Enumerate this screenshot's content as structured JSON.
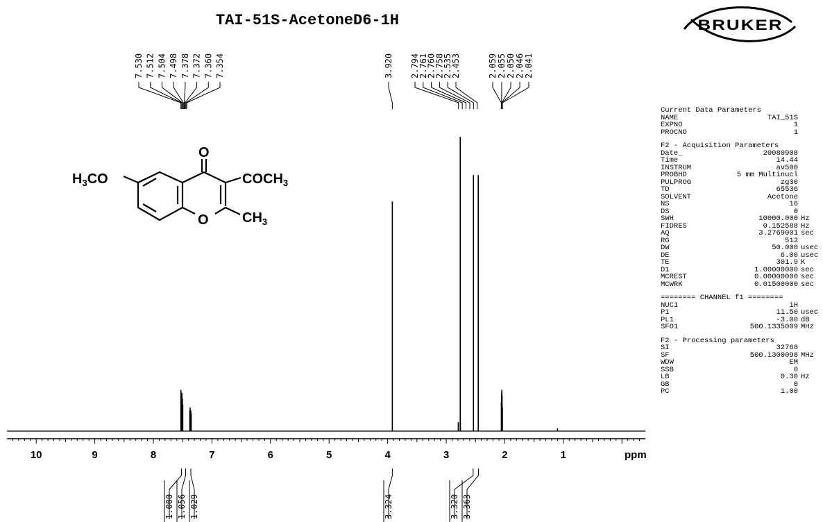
{
  "chart_data": {
    "type": "line",
    "title": "TAI-51S-AcetoneD6-1H",
    "xlabel": "ppm",
    "xlim": [
      10.5,
      -0.4
    ],
    "x_reversed": true,
    "x_ticks": [
      10,
      9,
      8,
      7,
      6,
      5,
      4,
      3,
      2,
      1
    ],
    "series": [
      {
        "peaks": [
          {
            "ppm": 7.53,
            "height": 0.14
          },
          {
            "ppm": 7.512,
            "height": 0.13
          },
          {
            "ppm": 7.504,
            "height": 0.11
          },
          {
            "ppm": 7.498,
            "height": 0.09
          },
          {
            "ppm": 7.378,
            "height": 0.07
          },
          {
            "ppm": 7.372,
            "height": 0.08
          },
          {
            "ppm": 7.36,
            "height": 0.07
          },
          {
            "ppm": 7.354,
            "height": 0.06
          },
          {
            "ppm": 3.92,
            "height": 0.78
          },
          {
            "ppm": 2.794,
            "height": 0.03
          },
          {
            "ppm": 2.761,
            "height": 1.0
          },
          {
            "ppm": 2.758,
            "height": 0.03
          },
          {
            "ppm": 2.535,
            "height": 0.87
          },
          {
            "ppm": 2.453,
            "height": 0.87
          },
          {
            "ppm": 2.059,
            "height": 0.1
          },
          {
            "ppm": 2.055,
            "height": 0.13
          },
          {
            "ppm": 2.05,
            "height": 0.14
          },
          {
            "ppm": 2.046,
            "height": 0.12
          },
          {
            "ppm": 2.041,
            "height": 0.08
          },
          {
            "ppm": 1.1,
            "height": 0.01
          }
        ]
      }
    ],
    "peak_labels": [
      {
        "group": "aromatic",
        "values": [
          "7.530",
          "7.512",
          "7.504",
          "7.498",
          "7.378",
          "7.372",
          "7.360",
          "7.354"
        ],
        "target_ppm": [
          7.53,
          7.43
        ]
      },
      {
        "group": "methoxy",
        "values": [
          "3.920"
        ],
        "target_ppm": [
          3.92,
          3.92
        ]
      },
      {
        "group": "methyl",
        "values": [
          "2.794",
          "2.761",
          "2.760",
          "2.758",
          "2.535",
          "2.453"
        ],
        "target_ppm": [
          2.79,
          2.47
        ]
      },
      {
        "group": "solvent",
        "values": [
          "2.059",
          "2.055",
          "2.050",
          "2.046",
          "2.041"
        ],
        "target_ppm": [
          2.06,
          2.04
        ]
      }
    ],
    "integrals": [
      {
        "ppm": 7.52,
        "value": "1.000"
      },
      {
        "ppm": 7.45,
        "value": "1.056"
      },
      {
        "ppm": 7.36,
        "value": "1.029"
      },
      {
        "ppm": 3.92,
        "value": "3.324"
      },
      {
        "ppm": 2.54,
        "value": "3.320"
      },
      {
        "ppm": 2.45,
        "value": "3.363"
      }
    ]
  },
  "structure": {
    "left_group_main": "H",
    "left_group_sub": "3",
    "left_group_rest": "CO",
    "carbonyl_o": "O",
    "ring_o": "O",
    "right_group_main": "COCH",
    "right_group_sub": "3",
    "methyl_main": "CH",
    "methyl_sub": "3"
  },
  "logo": {
    "text": "BRUKER"
  },
  "params": {
    "current_title": "Current Data Parameters",
    "current": [
      {
        "k": "NAME",
        "v": "TAI_51S",
        "u": ""
      },
      {
        "k": "EXPNO",
        "v": "1",
        "u": ""
      },
      {
        "k": "PROCNO",
        "v": "1",
        "u": ""
      }
    ],
    "acq_title": "F2 - Acquisition Parameters",
    "acq": [
      {
        "k": "Date_",
        "v": "20080908",
        "u": ""
      },
      {
        "k": "Time",
        "v": "14.44",
        "u": ""
      },
      {
        "k": "INSTRUM",
        "v": "av500",
        "u": ""
      },
      {
        "k": "PROBHD",
        "v": "5 mm Multinucl",
        "u": ""
      },
      {
        "k": "PULPROG",
        "v": "zg30",
        "u": ""
      },
      {
        "k": "TD",
        "v": "65536",
        "u": ""
      },
      {
        "k": "SOLVENT",
        "v": "Acetone",
        "u": ""
      },
      {
        "k": "NS",
        "v": "16",
        "u": ""
      },
      {
        "k": "DS",
        "v": "0",
        "u": ""
      },
      {
        "k": "SWH",
        "v": "10000.000",
        "u": "Hz"
      },
      {
        "k": "FIDRES",
        "v": "0.152588",
        "u": "Hz"
      },
      {
        "k": "AQ",
        "v": "3.2769001",
        "u": "sec"
      },
      {
        "k": "RG",
        "v": "512",
        "u": ""
      },
      {
        "k": "DW",
        "v": "50.000",
        "u": "usec"
      },
      {
        "k": "DE",
        "v": "6.00",
        "u": "usec"
      },
      {
        "k": "TE",
        "v": "301.9",
        "u": "K"
      },
      {
        "k": "D1",
        "v": "1.00000000",
        "u": "sec"
      },
      {
        "k": "MCREST",
        "v": "0.00000000",
        "u": "sec"
      },
      {
        "k": "MCWRK",
        "v": "0.01500000",
        "u": "sec"
      }
    ],
    "channel_title": "======== CHANNEL f1 ========",
    "channel": [
      {
        "k": "NUC1",
        "v": "1H",
        "u": ""
      },
      {
        "k": "P1",
        "v": "11.50",
        "u": "usec"
      },
      {
        "k": "PL1",
        "v": "-3.00",
        "u": "dB"
      },
      {
        "k": "SFO1",
        "v": "500.1335009",
        "u": "MHz"
      }
    ],
    "proc_title": "F2 - Processing parameters",
    "proc": [
      {
        "k": "SI",
        "v": "32768",
        "u": ""
      },
      {
        "k": "SF",
        "v": "500.1300098",
        "u": "MHz"
      },
      {
        "k": "WDW",
        "v": "EM",
        "u": ""
      },
      {
        "k": "SSB",
        "v": "0",
        "u": ""
      },
      {
        "k": "LB",
        "v": "0.30",
        "u": "Hz"
      },
      {
        "k": "GB",
        "v": "0",
        "u": ""
      },
      {
        "k": "PC",
        "v": "1.00",
        "u": ""
      }
    ]
  }
}
